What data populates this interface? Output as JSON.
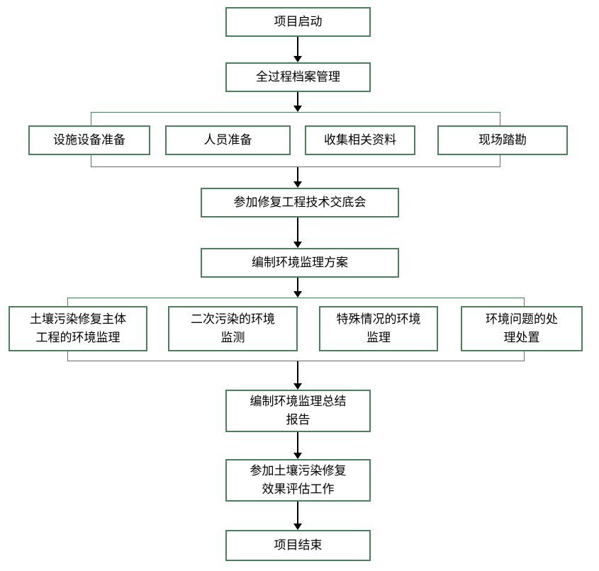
{
  "diagram": {
    "type": "flowchart",
    "colors": {
      "box_border": "#4e7d5b",
      "arrow": "#000000",
      "text": "#000000",
      "background": "#ffffff"
    },
    "nodes": {
      "start": {
        "label": "项目启动"
      },
      "archive": {
        "label": "全过程档案管理"
      },
      "briefing": {
        "label": "参加修复工程技术交底会"
      },
      "plan": {
        "label": "编制环境监理方案"
      },
      "summary": {
        "label": "编制环境监理总结\n报告"
      },
      "evaluation": {
        "label": "参加土壤污染修复\n效果评估工作"
      },
      "end": {
        "label": "项目结束"
      }
    },
    "groups": [
      {
        "name": "preparation-tasks",
        "items": [
          {
            "label": "设施设备准备"
          },
          {
            "label": "人员准备"
          },
          {
            "label": "收集相关资料"
          },
          {
            "label": "现场踏勘"
          }
        ]
      },
      {
        "name": "supervision-tasks",
        "items": [
          {
            "label": "土壤污染修复主体\n工程的环境监理"
          },
          {
            "label": "二次污染的环境\n监测"
          },
          {
            "label": "特殊情况的环境\n监理"
          },
          {
            "label": "环境问题的处\n理处置"
          }
        ]
      }
    ]
  }
}
